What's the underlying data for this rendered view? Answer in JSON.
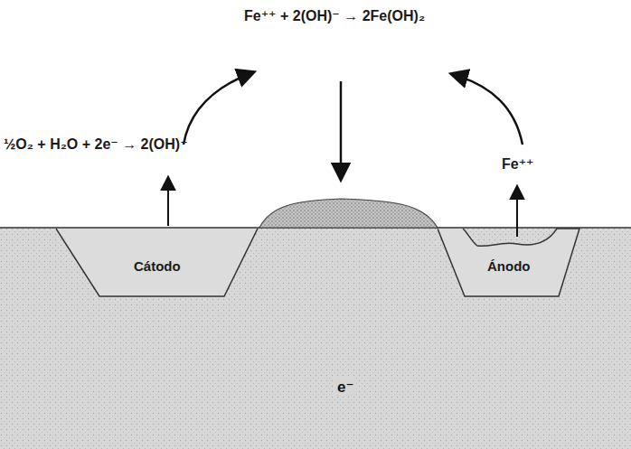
{
  "diagram": {
    "nodes": [
      {
        "text": [
          "Cátodo"
        ]
      },
      {
        "text": [
          "Ánodo"
        ]
      }
    ],
    "edges": [
      {
        "from": 1,
        "to": 0,
        "arrow": "to",
        "label": "e⁻"
      }
    ],
    "labels": [
      "Fe⁺⁺ + 2(OH)⁻ → 2Fe(OH)₂",
      "½O₂ + H₂O + 2e⁻ → 2(OH)⁻",
      "Fe⁺⁺"
    ]
  }
}
